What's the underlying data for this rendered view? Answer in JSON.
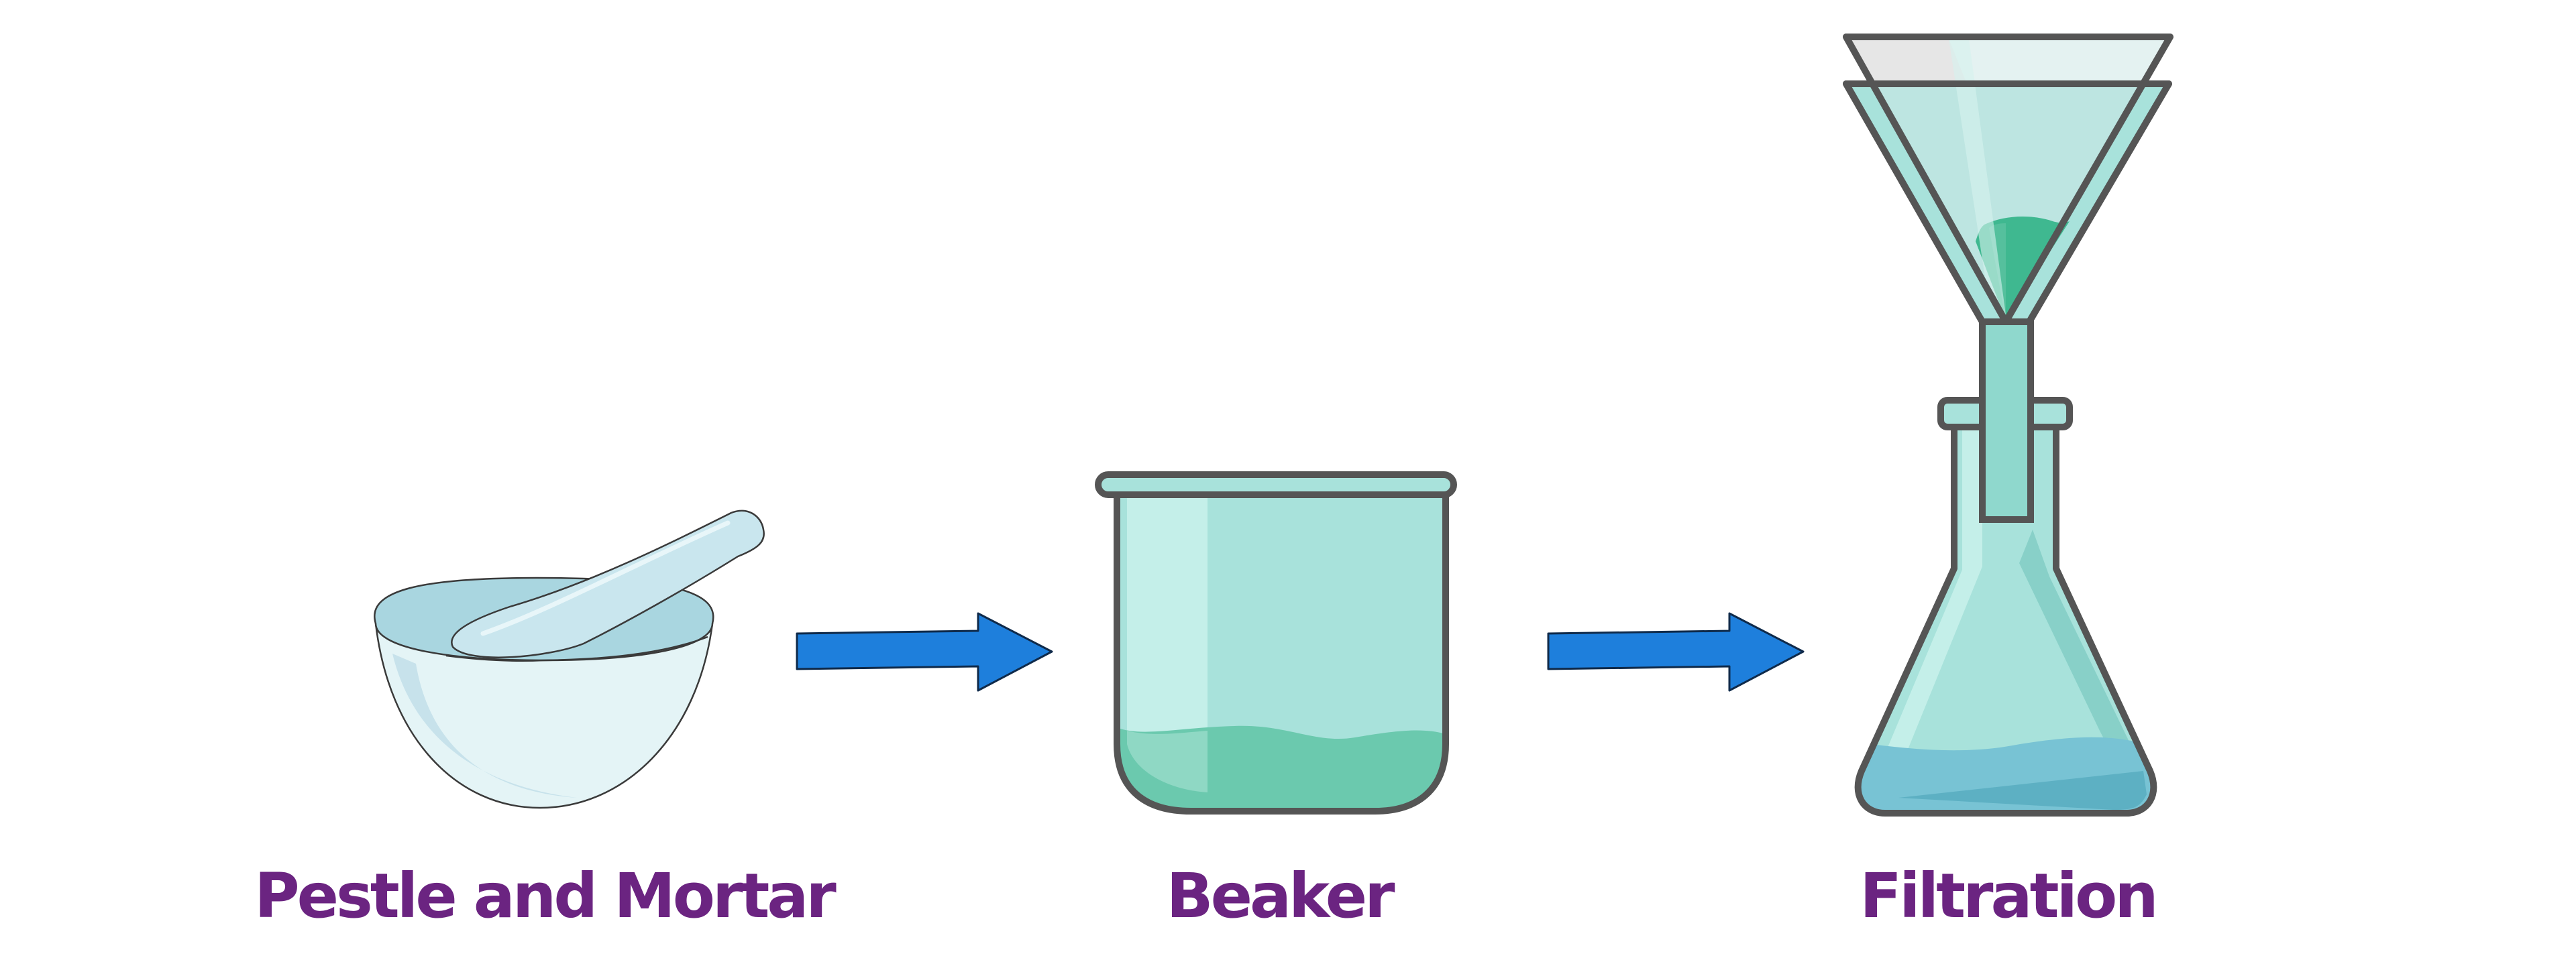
{
  "steps": [
    {
      "label": "Pestle and Mortar",
      "icon": "pestle-mortar-icon"
    },
    {
      "label": "Beaker",
      "icon": "beaker-icon"
    },
    {
      "label": "Filtration",
      "icon": "filtration-funnel-flask-icon"
    }
  ],
  "colors": {
    "label": "#6b2481",
    "arrow": "#1e7fdc",
    "arrow_outline": "#0f2a4a",
    "glass_outline": "#555555",
    "glass_fill": "#a8e2db",
    "glass_highlight": "#c4efe9",
    "liquid_green": "#6bc9ae",
    "funnel_liquid": "#3fb890",
    "flask_liquid": "#78c3d4",
    "mortar_fill": "#e4f4f6",
    "mortar_inner": "#a9d6e0",
    "pestle_fill": "#c9e6ee"
  }
}
